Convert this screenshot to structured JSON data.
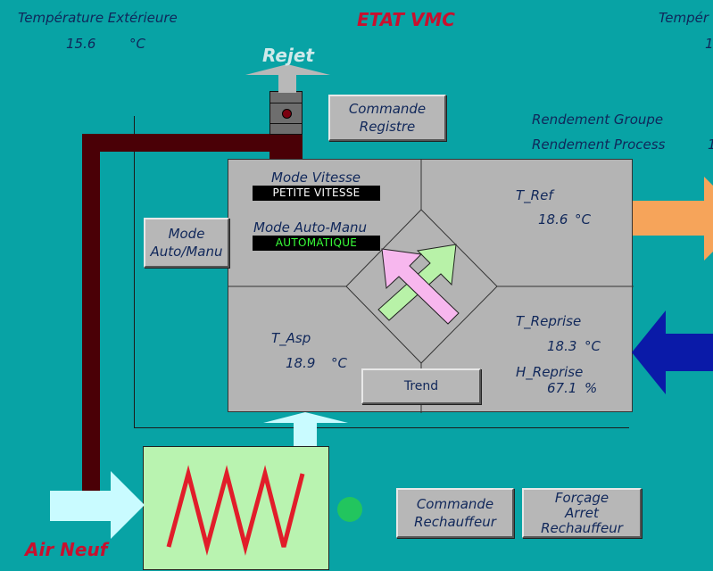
{
  "header": {
    "title": "ETAT VMC",
    "temp_ext_label": "Température Extérieure",
    "temp_ext_value": "15.6",
    "temp_ext_unit": "°C",
    "temp_right_label": "Tempér",
    "temp_right_value": "1"
  },
  "labels": {
    "rejet": "Rejet",
    "air_neuf": "Air Neuf",
    "rendement_groupe": "Rendement Groupe",
    "rendement_process": "Rendement Process",
    "rendement_cutoff": "1"
  },
  "mode": {
    "vitesse_label": "Mode Vitesse",
    "vitesse_value": "PETITE VITESSE",
    "auto_manu_label": "Mode Auto-Manu",
    "auto_manu_value": "AUTOMATIQUE"
  },
  "measures": {
    "t_ref_label": "T_Ref",
    "t_ref_value": "18.6",
    "t_ref_unit": "°C",
    "t_asp_label": "T_Asp",
    "t_asp_value": "18.9",
    "t_asp_unit": "°C",
    "t_reprise_label": "T_Reprise",
    "t_reprise_value": "18.3",
    "t_reprise_unit": "°C",
    "h_reprise_label": "H_Reprise",
    "h_reprise_value": "67.1",
    "h_reprise_unit": "%"
  },
  "buttons": {
    "commande_registre": [
      "Commande",
      "Registre"
    ],
    "mode_auto_manu": [
      "Mode",
      "Auto/Manu"
    ],
    "trend": "Trend",
    "commande_rechauffeur": [
      "Commande",
      "Rechauffeur"
    ],
    "forcage": [
      "Forçage",
      "Arret",
      "Rechauffeur"
    ]
  },
  "colors": {
    "background": "#08a3a5",
    "duct": "#4a0006",
    "alarm_red": "#c8102e",
    "status_on": "#22c55e",
    "heater_bg": "#b9f3b0"
  }
}
